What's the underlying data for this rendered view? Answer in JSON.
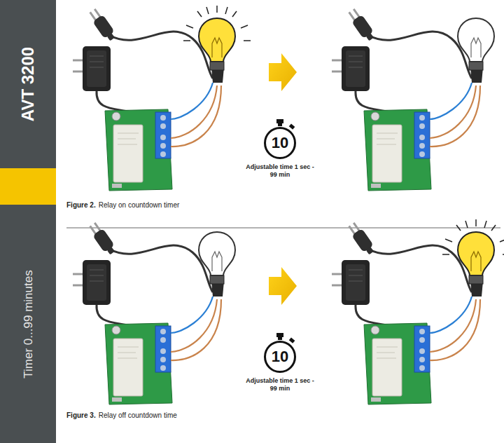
{
  "diagram": {
    "nodes": [
      {
        "text": [
          "AVT 3200"
        ]
      },
      {
        "text": [
          "Timer 0...99 minutes"
        ]
      },
      {
        "text": [
          "10"
        ]
      },
      {
        "text": [
          "10"
        ]
      }
    ],
    "labels": [
      "Adjustable time 1 sec - 99 min",
      "Figure 2.",
      "Relay on countdown timer",
      "Adjustable time 1 sec - 99 min",
      "Figure 3.",
      "Relay off countdown time"
    ]
  }
}
